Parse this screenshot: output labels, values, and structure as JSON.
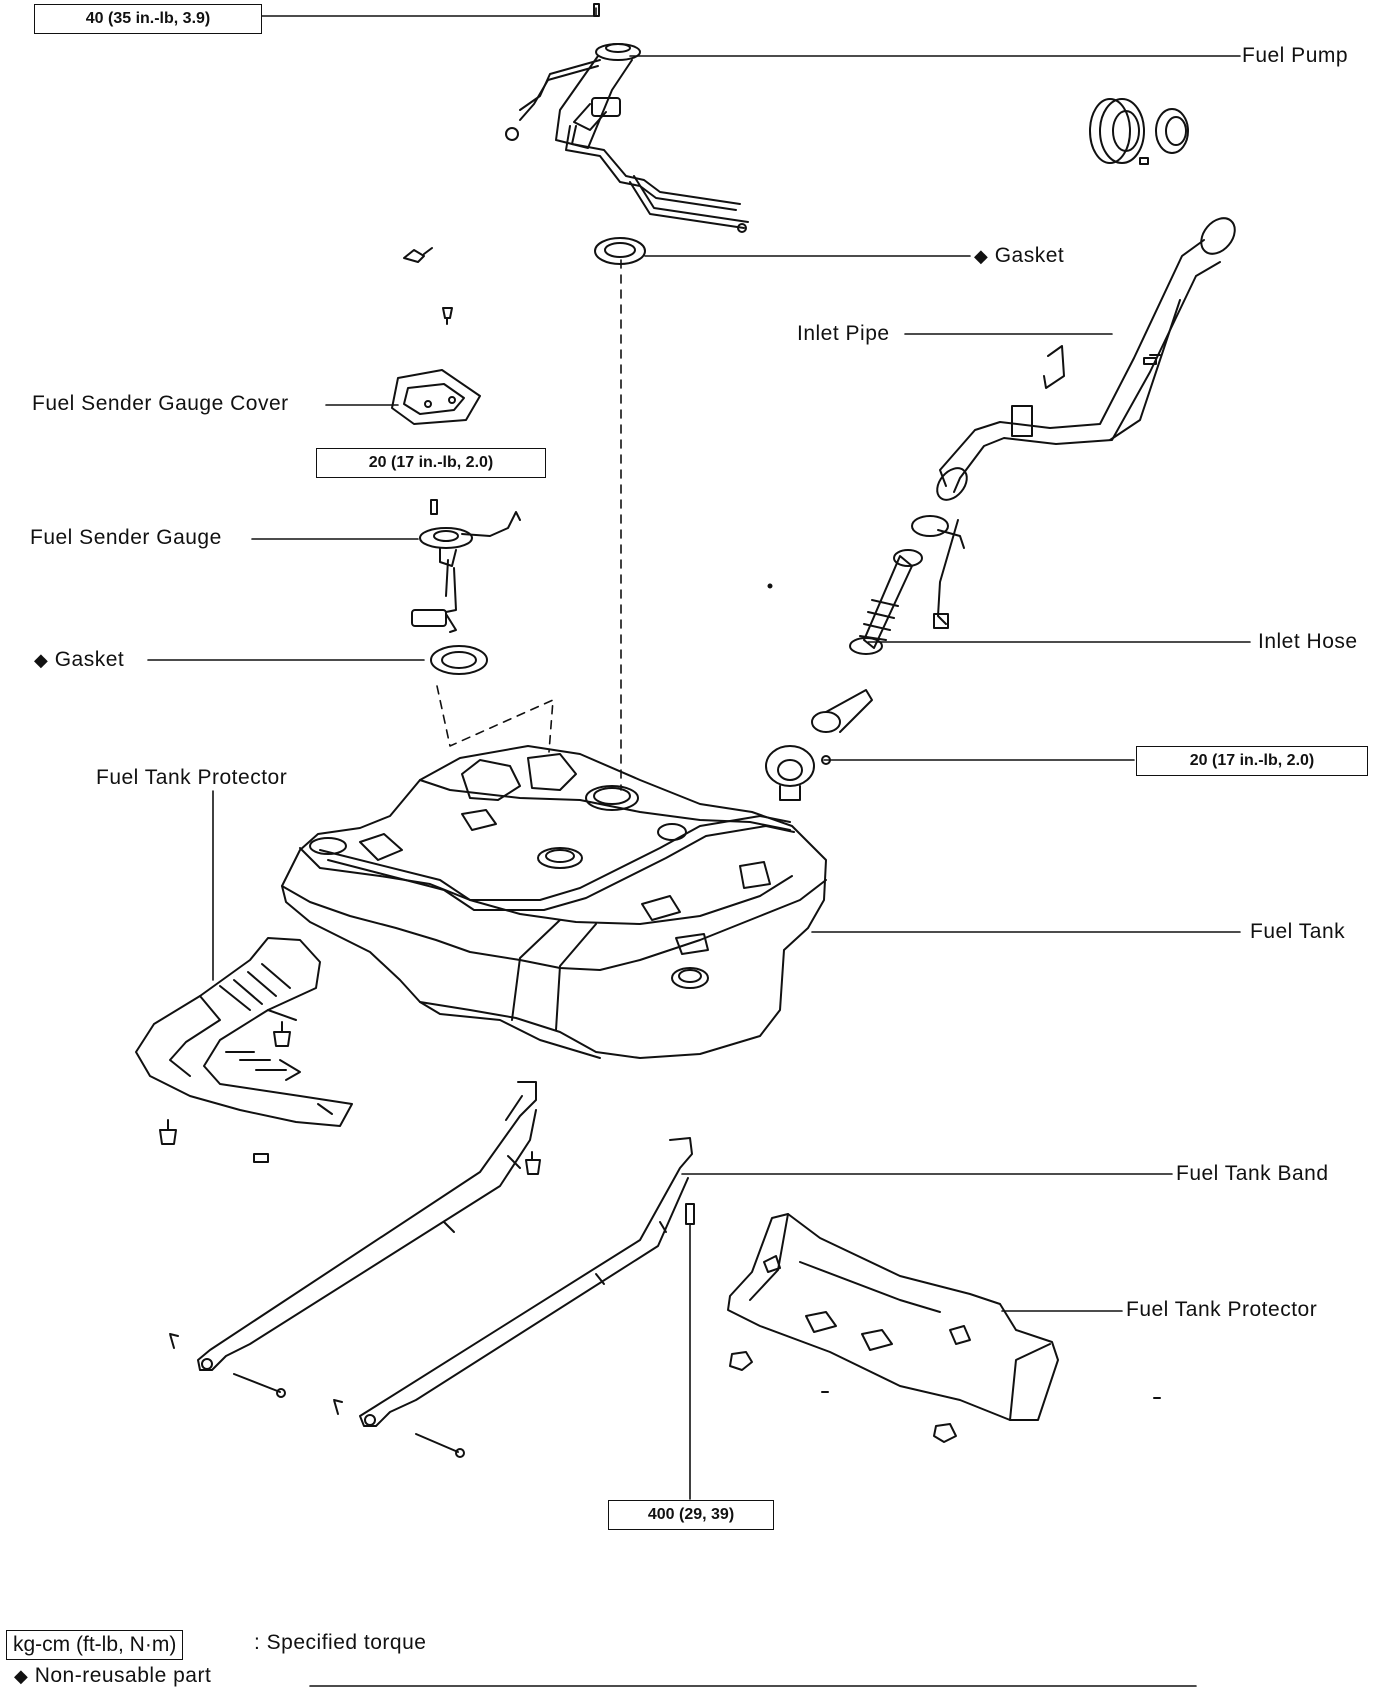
{
  "torque_specs": {
    "fuel_pump_bolt": "40 (35 in.-lb, 3.9)",
    "sender_gauge_screw": "20 (17 in.-lb, 2.0)",
    "inlet_bolt": "20 (17 in.-lb, 2.0)",
    "band_bolt": "400 (29, 39)"
  },
  "labels": {
    "fuel_pump": "Fuel Pump",
    "gasket_upper": "Gasket",
    "inlet_pipe": "Inlet Pipe",
    "fuel_sender_gauge_cover": "Fuel Sender Gauge Cover",
    "fuel_sender_gauge": "Fuel Sender Gauge",
    "gasket_lower": "Gasket",
    "inlet_hose": "Inlet Hose",
    "fuel_tank_protector_left": "Fuel Tank Protector",
    "fuel_tank": "Fuel Tank",
    "fuel_tank_band": "Fuel Tank Band",
    "fuel_tank_protector_right": "Fuel Tank Protector"
  },
  "symbols": {
    "non_reusable": "◆"
  },
  "legend": {
    "torque_unit": "kg-cm (ft-lb, N·m)",
    "torque_desc": ": Specified torque",
    "non_reusable_desc": "Non-reusable part"
  }
}
